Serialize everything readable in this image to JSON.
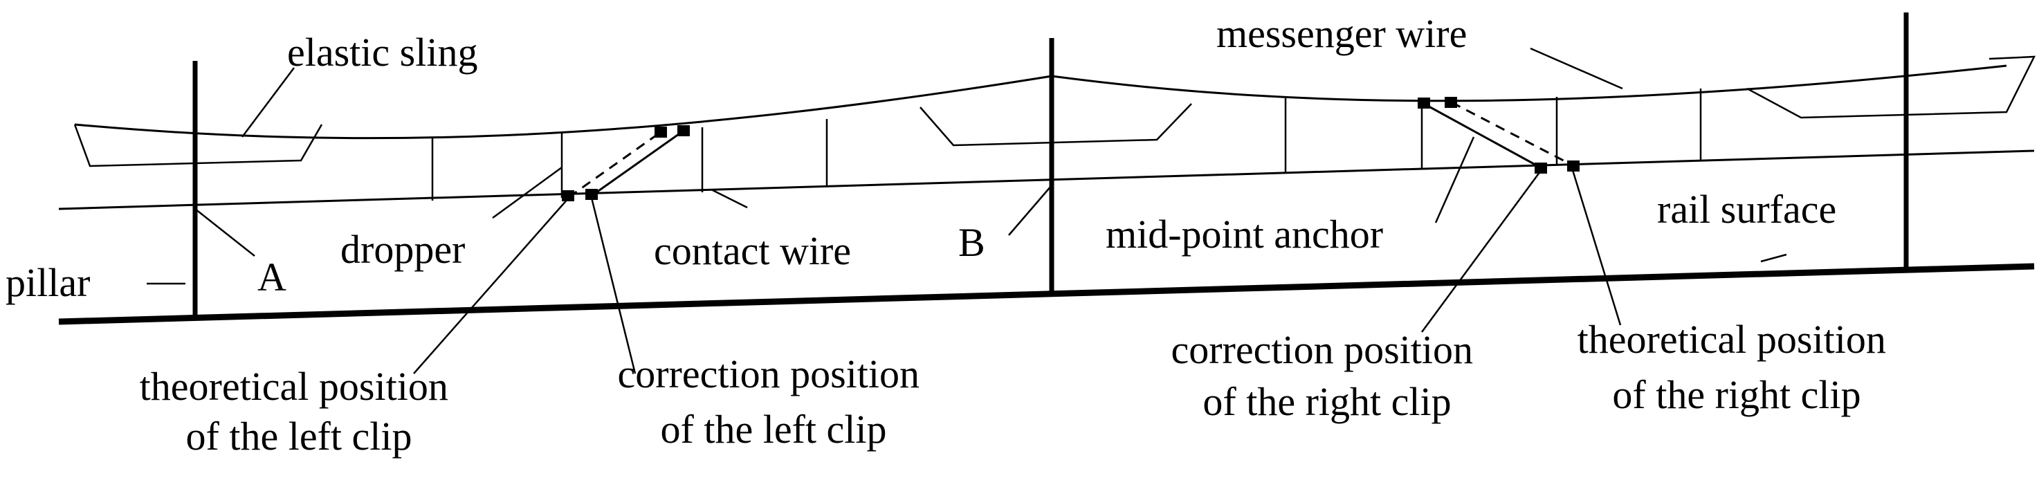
{
  "diagram": {
    "labels": {
      "elastic_sling": "elastic sling",
      "messenger_wire": "messenger wire",
      "pillar": "pillar",
      "point_a": "A",
      "point_b": "B",
      "dropper": "dropper",
      "contact_wire": "contact wire",
      "mid_point_anchor": "mid-point anchor",
      "rail_surface": "rail surface",
      "theoretical_left": [
        "theoretical position",
        "of the left clip"
      ],
      "correction_left": [
        "correction position",
        "of the left clip"
      ],
      "correction_right": [
        "correction position",
        "of the right clip"
      ],
      "theoretical_right": [
        "theoretical position",
        "of the right clip"
      ]
    }
  }
}
